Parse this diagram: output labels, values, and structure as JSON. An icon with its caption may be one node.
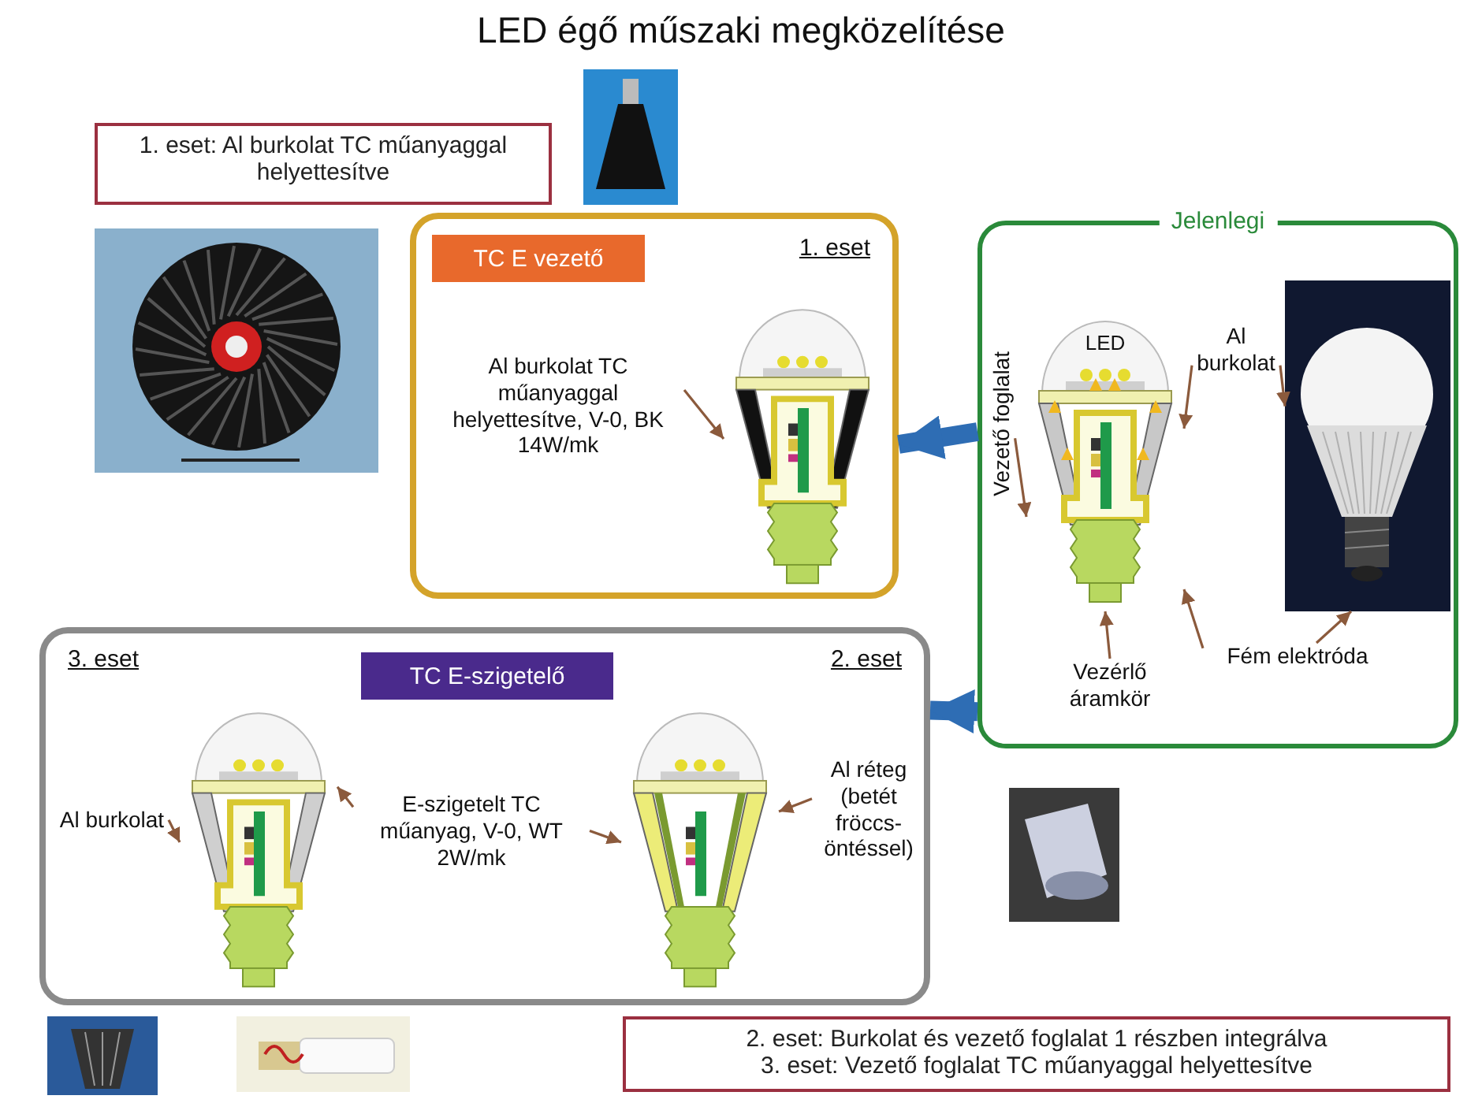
{
  "diagram": {
    "title": "LED égő műszaki megközelítése",
    "nodes": [
      {
        "text": [
          "1. eset: Al burkolat TC műanyaggal helyettesítve"
        ]
      },
      {
        "text": [
          "1. eset"
        ]
      },
      {
        "text": [
          "TC E vezető"
        ],
        "in": 1
      },
      {
        "text": [
          "Al burkolat TC műanyaggal helyettesítve, V-0, BK 14W/mk"
        ],
        "in": 1
      },
      {
        "text": [],
        "shape": "picture",
        "in": 1
      },
      {
        "text": [
          "Jelenlegi"
        ]
      },
      {
        "text": [
          "LED"
        ],
        "in": 5
      },
      {
        "text": [],
        "shape": "picture",
        "in": 5
      },
      {
        "text": [
          "Vezető foglalat"
        ],
        "in": 5
      },
      {
        "text": [
          "Al burkolat"
        ],
        "in": 5
      },
      {
        "text": [
          "Fém elektróda"
        ],
        "in": 5
      },
      {
        "text": [
          "Vezérlő áramkör"
        ],
        "in": 5
      },
      {
        "text": [
          "3. eset",
          "2. eset"
        ]
      },
      {
        "text": [
          "Al burkolat"
        ],
        "in": 12
      },
      {
        "text": [],
        "shape": "picture",
        "in": 12
      },
      {
        "text": [
          "TC E-szigetelő"
        ],
        "in": 12
      },
      {
        "text": [
          "E-szigetelt TC műanyag, V-0, WT 2W/mk"
        ],
        "in": 12
      },
      {
        "text": [],
        "shape": "picture",
        "in": 12
      },
      {
        "text": [
          "Al réteg (betét fröccs-öntéssel)"
        ],
        "in": 12
      },
      {
        "text": [
          "2. eset: Burkolat és vezető foglalat 1 részben integrálva",
          "3. eset: Vezető foglalat TC műanyaggal helyettesítve"
        ]
      }
    ],
    "edges": [
      {
        "from": 3,
        "to": 4,
        "arrow": "to"
      },
      {
        "from": 8,
        "to": 6,
        "arrow": "to"
      },
      {
        "from": 9,
        "to": 6,
        "arrow": "to"
      },
      {
        "from": 9,
        "to": 7,
        "arrow": "to"
      },
      {
        "from": 10,
        "to": 6,
        "arrow": "to"
      },
      {
        "from": 10,
        "to": 7,
        "arrow": "to"
      },
      {
        "from": 11,
        "to": 6,
        "arrow": "to"
      },
      {
        "from": 5,
        "to": 1,
        "arrow": "to",
        "style": "thick",
        "color": "#2e6db4"
      },
      {
        "from": 5,
        "to": 12,
        "arrow": "to",
        "style": "thick",
        "color": "#2e6db4"
      },
      {
        "from": 13,
        "to": 14,
        "arrow": "to"
      },
      {
        "from": 16,
        "to": 14,
        "arrow": "to"
      },
      {
        "from": 16,
        "to": 17,
        "arrow": "to"
      },
      {
        "from": 18,
        "to": 17,
        "arrow": "to"
      }
    ]
  }
}
